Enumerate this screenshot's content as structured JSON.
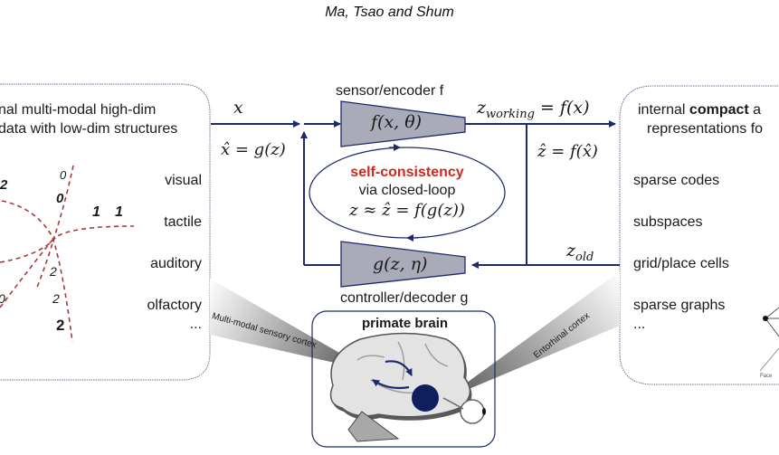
{
  "header": {
    "authors": "Ma, Tsao and Shum"
  },
  "left_panel": {
    "title_line1": "nal multi-modal high-dim",
    "title_line2": "data with low-dim structures",
    "modalities": [
      "visual",
      "tactile",
      "auditory",
      "olfactory",
      "..."
    ],
    "digits": [
      "2",
      "0",
      "0",
      "1",
      "1",
      "2",
      "2",
      "2",
      "0"
    ]
  },
  "center": {
    "input_label": "x",
    "reconstruction_label": "x̂ = g(z)",
    "encoder_title": "sensor/encoder f",
    "encoder_fn": "f(x, θ)",
    "working_label": "z_working = f(x)",
    "working_base": "z",
    "working_sub": "working",
    "working_rhs": " = f(x)",
    "zhat_label": "ẑ = f(x̂)",
    "loop_title": "self-consistency",
    "loop_subtitle": "via closed-loop",
    "loop_eq": "z ≈ ẑ = f(g(z))",
    "decoder_fn": "g(z, η)",
    "decoder_title": "controller/decoder g",
    "old_base": "z",
    "old_sub": "old"
  },
  "brain": {
    "title": "primate brain",
    "left_beam_label": "Multi-modal sensory cortex",
    "right_beam_label": "Entorhinal cortex"
  },
  "right_panel": {
    "title_pre": "internal ",
    "title_bold": "compact",
    "title_post": " a",
    "title_line2": "representations fo",
    "items": [
      "sparse codes",
      "subspaces",
      "grid/place cells",
      "sparse graphs",
      "..."
    ],
    "graph_node_label": "Face"
  },
  "colors": {
    "navy": "#1c2a6b",
    "gray_box": "#a9abb8",
    "red": "#d0281f",
    "dash_red": "#a83a3a",
    "panel_border": "#6a6f9a"
  }
}
